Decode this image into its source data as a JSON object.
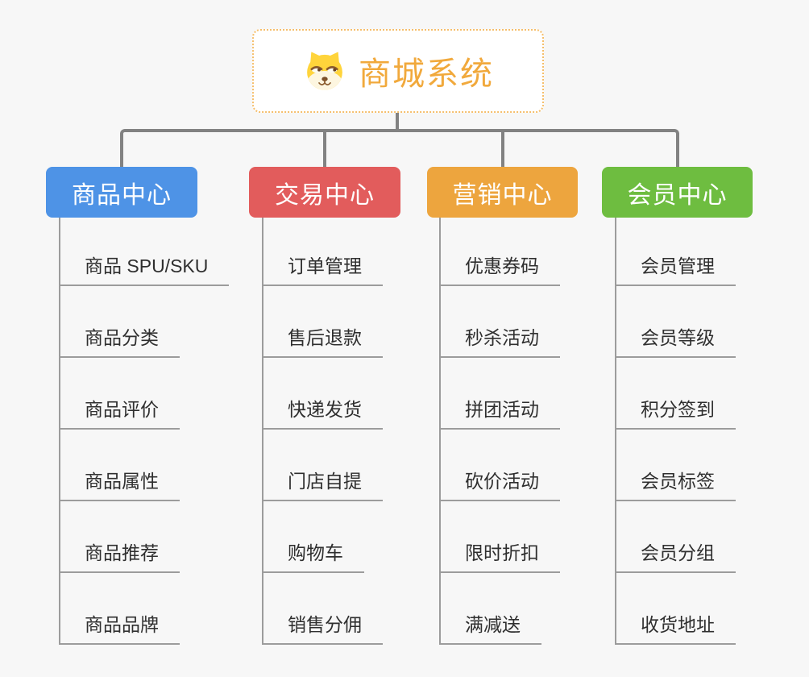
{
  "page": {
    "background_color": "#f7f7f7",
    "connector_color": "#828282",
    "leaf_line_color": "#9c9c9c"
  },
  "root": {
    "title": "商城系统",
    "icon": "doge-icon",
    "text_color": "#f1a93c",
    "border_color": "#f5be6b"
  },
  "branches": [
    {
      "label": "商品中心",
      "color": "#4e93e6",
      "children": [
        "商品 SPU/SKU",
        "商品分类",
        "商品评价",
        "商品属性",
        "商品推荐",
        "商品品牌"
      ]
    },
    {
      "label": "交易中心",
      "color": "#e25c5c",
      "children": [
        "订单管理",
        "售后退款",
        "快递发货",
        "门店自提",
        "购物车",
        "销售分佣"
      ]
    },
    {
      "label": "营销中心",
      "color": "#eda53e",
      "children": [
        "优惠券码",
        "秒杀活动",
        "拼团活动",
        "砍价活动",
        "限时折扣",
        "满减送"
      ]
    },
    {
      "label": "会员中心",
      "color": "#6ebd40",
      "children": [
        "会员管理",
        "会员等级",
        "积分签到",
        "会员标签",
        "会员分组",
        "收货地址"
      ]
    }
  ]
}
